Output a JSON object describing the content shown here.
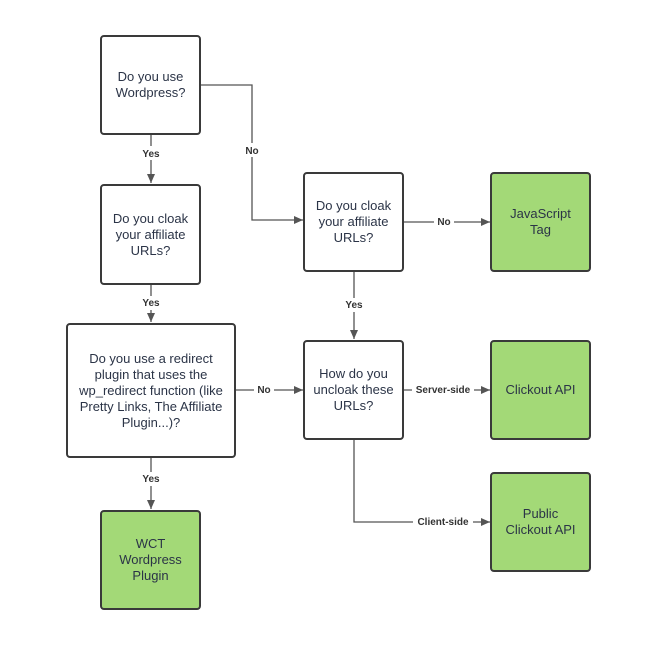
{
  "colors": {
    "decision_fill": "#ffffff",
    "terminal_fill": "#a3d977",
    "stroke": "#3a3a3a",
    "text": "#2b3447"
  },
  "nodes": {
    "use_wordpress": "Do you use Wordpress?",
    "cloak_wp": "Do you cloak your affiliate URLs?",
    "redirect_plugin": "Do you use a redirect plugin that uses the wp_redirect function (like Pretty Links, The Affiliate Plugin...)?",
    "wct_plugin": "WCT Wordpress Plugin",
    "cloak_nonwp": "Do you cloak your affiliate URLs?",
    "javascript_tag": "JavaScript Tag",
    "uncloak": "How do you uncloak these URLs?",
    "clickout_api": "Clickout API",
    "public_clickout_api": "Public Clickout API"
  },
  "edges": {
    "wp_yes": "Yes",
    "wp_no": "No",
    "cloak_wp_yes": "Yes",
    "redirect_yes": "Yes",
    "redirect_no": "No",
    "cloak_nonwp_no": "No",
    "cloak_nonwp_yes": "Yes",
    "server_side": "Server-side",
    "client_side": "Client-side"
  }
}
